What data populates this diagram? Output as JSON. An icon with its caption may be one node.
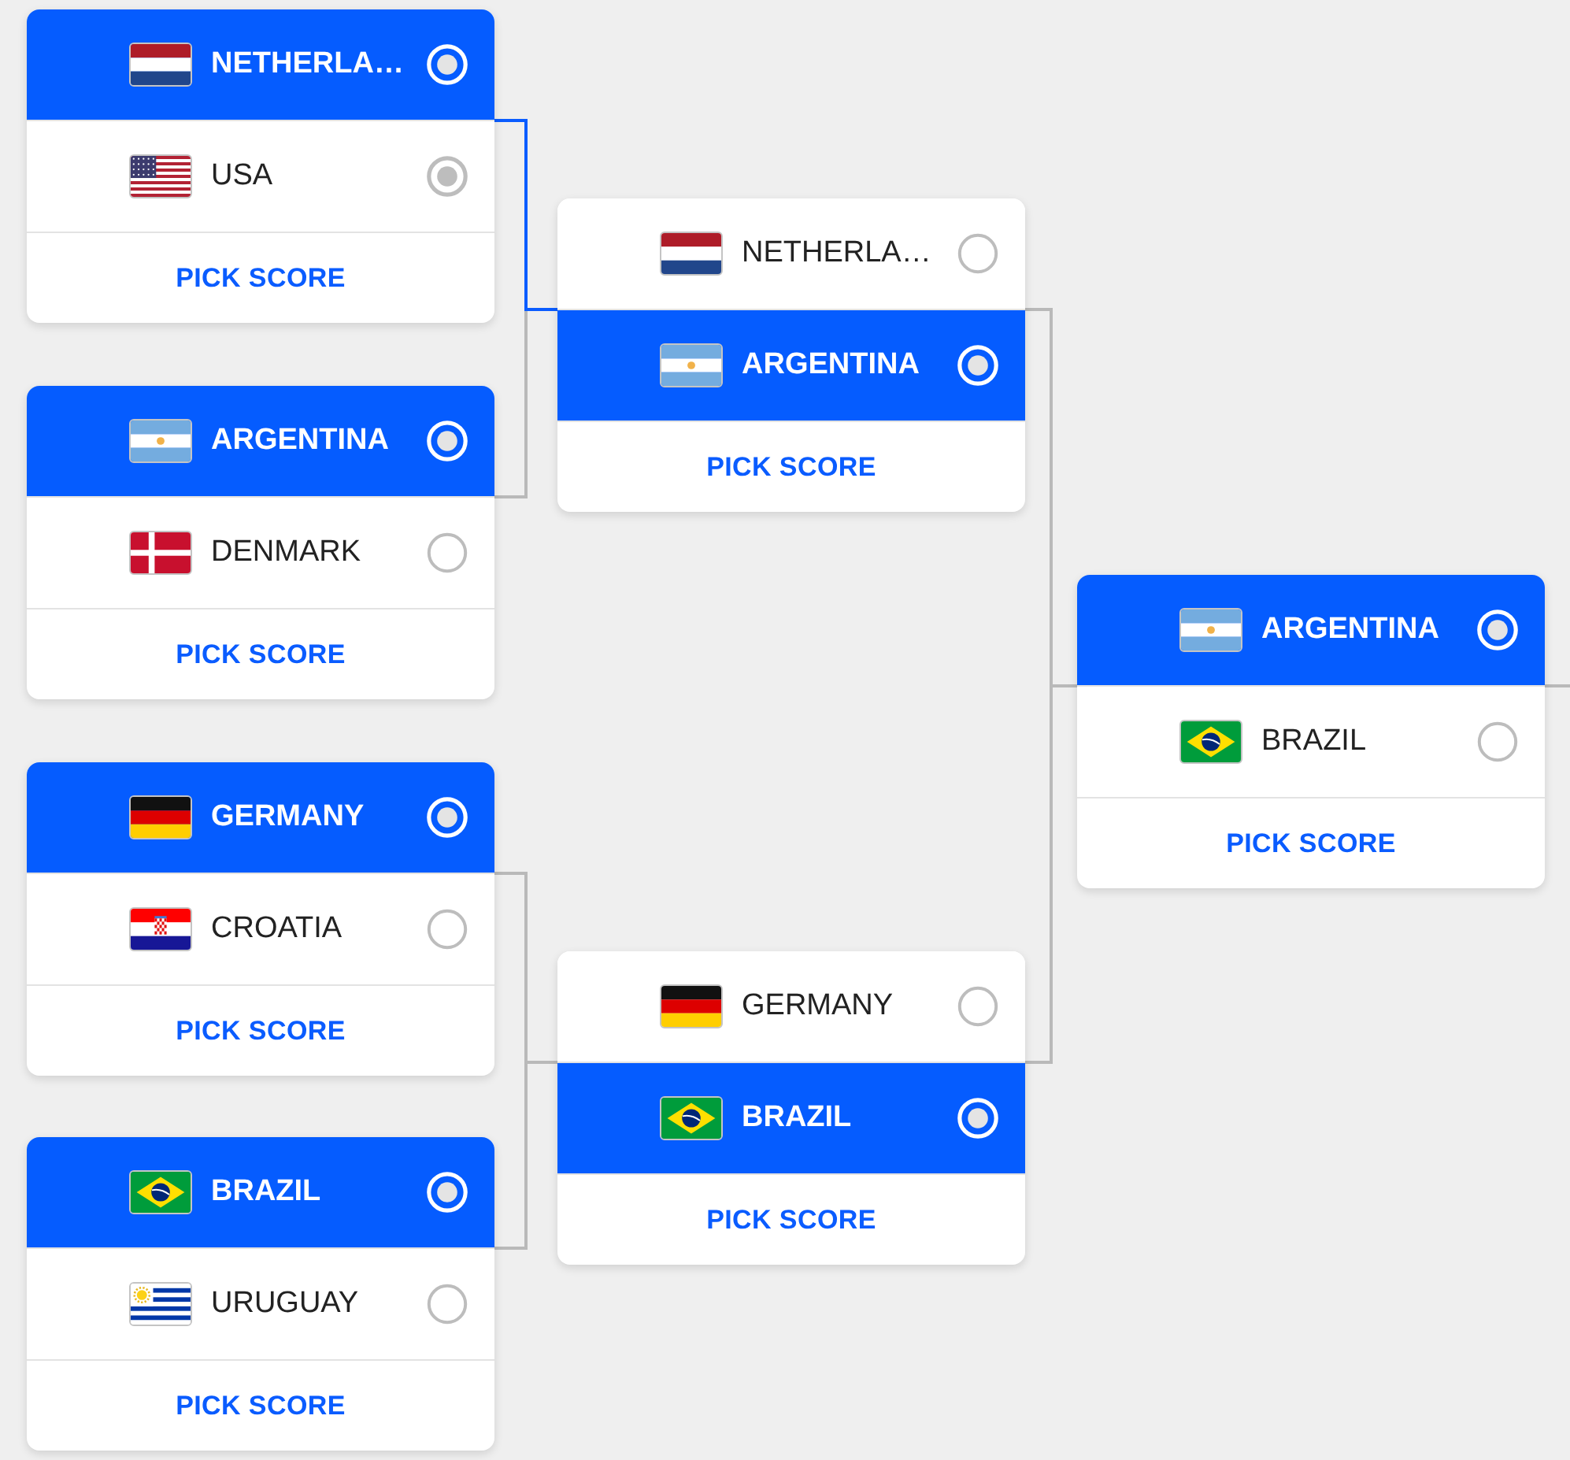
{
  "diagram": {
    "nodes": [
      {
        "text": [
          "PICK SCORE"
        ]
      },
      {
        "text": [
          "NETHERLA…"
        ],
        "in": 0
      },
      {
        "text": [
          "USA"
        ],
        "in": 0
      },
      {
        "text": [
          "PICK SCORE"
        ]
      },
      {
        "text": [
          "ARGENTINA"
        ],
        "in": 3
      },
      {
        "text": [
          "DENMARK"
        ],
        "in": 3
      },
      {
        "text": [
          "PICK SCORE"
        ]
      },
      {
        "text": [
          "GERMANY"
        ],
        "in": 6
      },
      {
        "text": [
          "CROATIA"
        ],
        "in": 6
      },
      {
        "text": [
          "PICK SCORE"
        ]
      },
      {
        "text": [
          "BRAZIL"
        ],
        "in": 9
      },
      {
        "text": [
          "URUGUAY"
        ],
        "in": 9
      },
      {
        "text": [
          "PICK SCORE"
        ]
      },
      {
        "text": [
          "NETHERLA…"
        ],
        "in": 12
      },
      {
        "text": [
          "ARGENTINA"
        ],
        "in": 12
      },
      {
        "text": [
          "PICK SCORE"
        ]
      },
      {
        "text": [
          "GERMANY"
        ],
        "in": 15
      },
      {
        "text": [
          "BRAZIL"
        ],
        "in": 15
      },
      {
        "text": [
          "PICK SCORE"
        ]
      },
      {
        "text": [
          "ARGENTINA"
        ],
        "in": 18
      },
      {
        "text": [
          "BRAZIL"
        ],
        "in": 18
      }
    ],
    "edges": [
      {
        "from": 0,
        "to": 12,
        "arrow": "none",
        "color": "#0a5cff"
      },
      {
        "from": 3,
        "to": 12,
        "arrow": "none"
      },
      {
        "from": 6,
        "to": 15,
        "arrow": "none"
      },
      {
        "from": 9,
        "to": 15,
        "arrow": "none"
      },
      {
        "from": 12,
        "to": 18,
        "arrow": "none"
      },
      {
        "from": 15,
        "to": 18,
        "arrow": "none"
      },
      {
        "from": 18,
        "to": null,
        "arrow": "none"
      }
    ]
  }
}
